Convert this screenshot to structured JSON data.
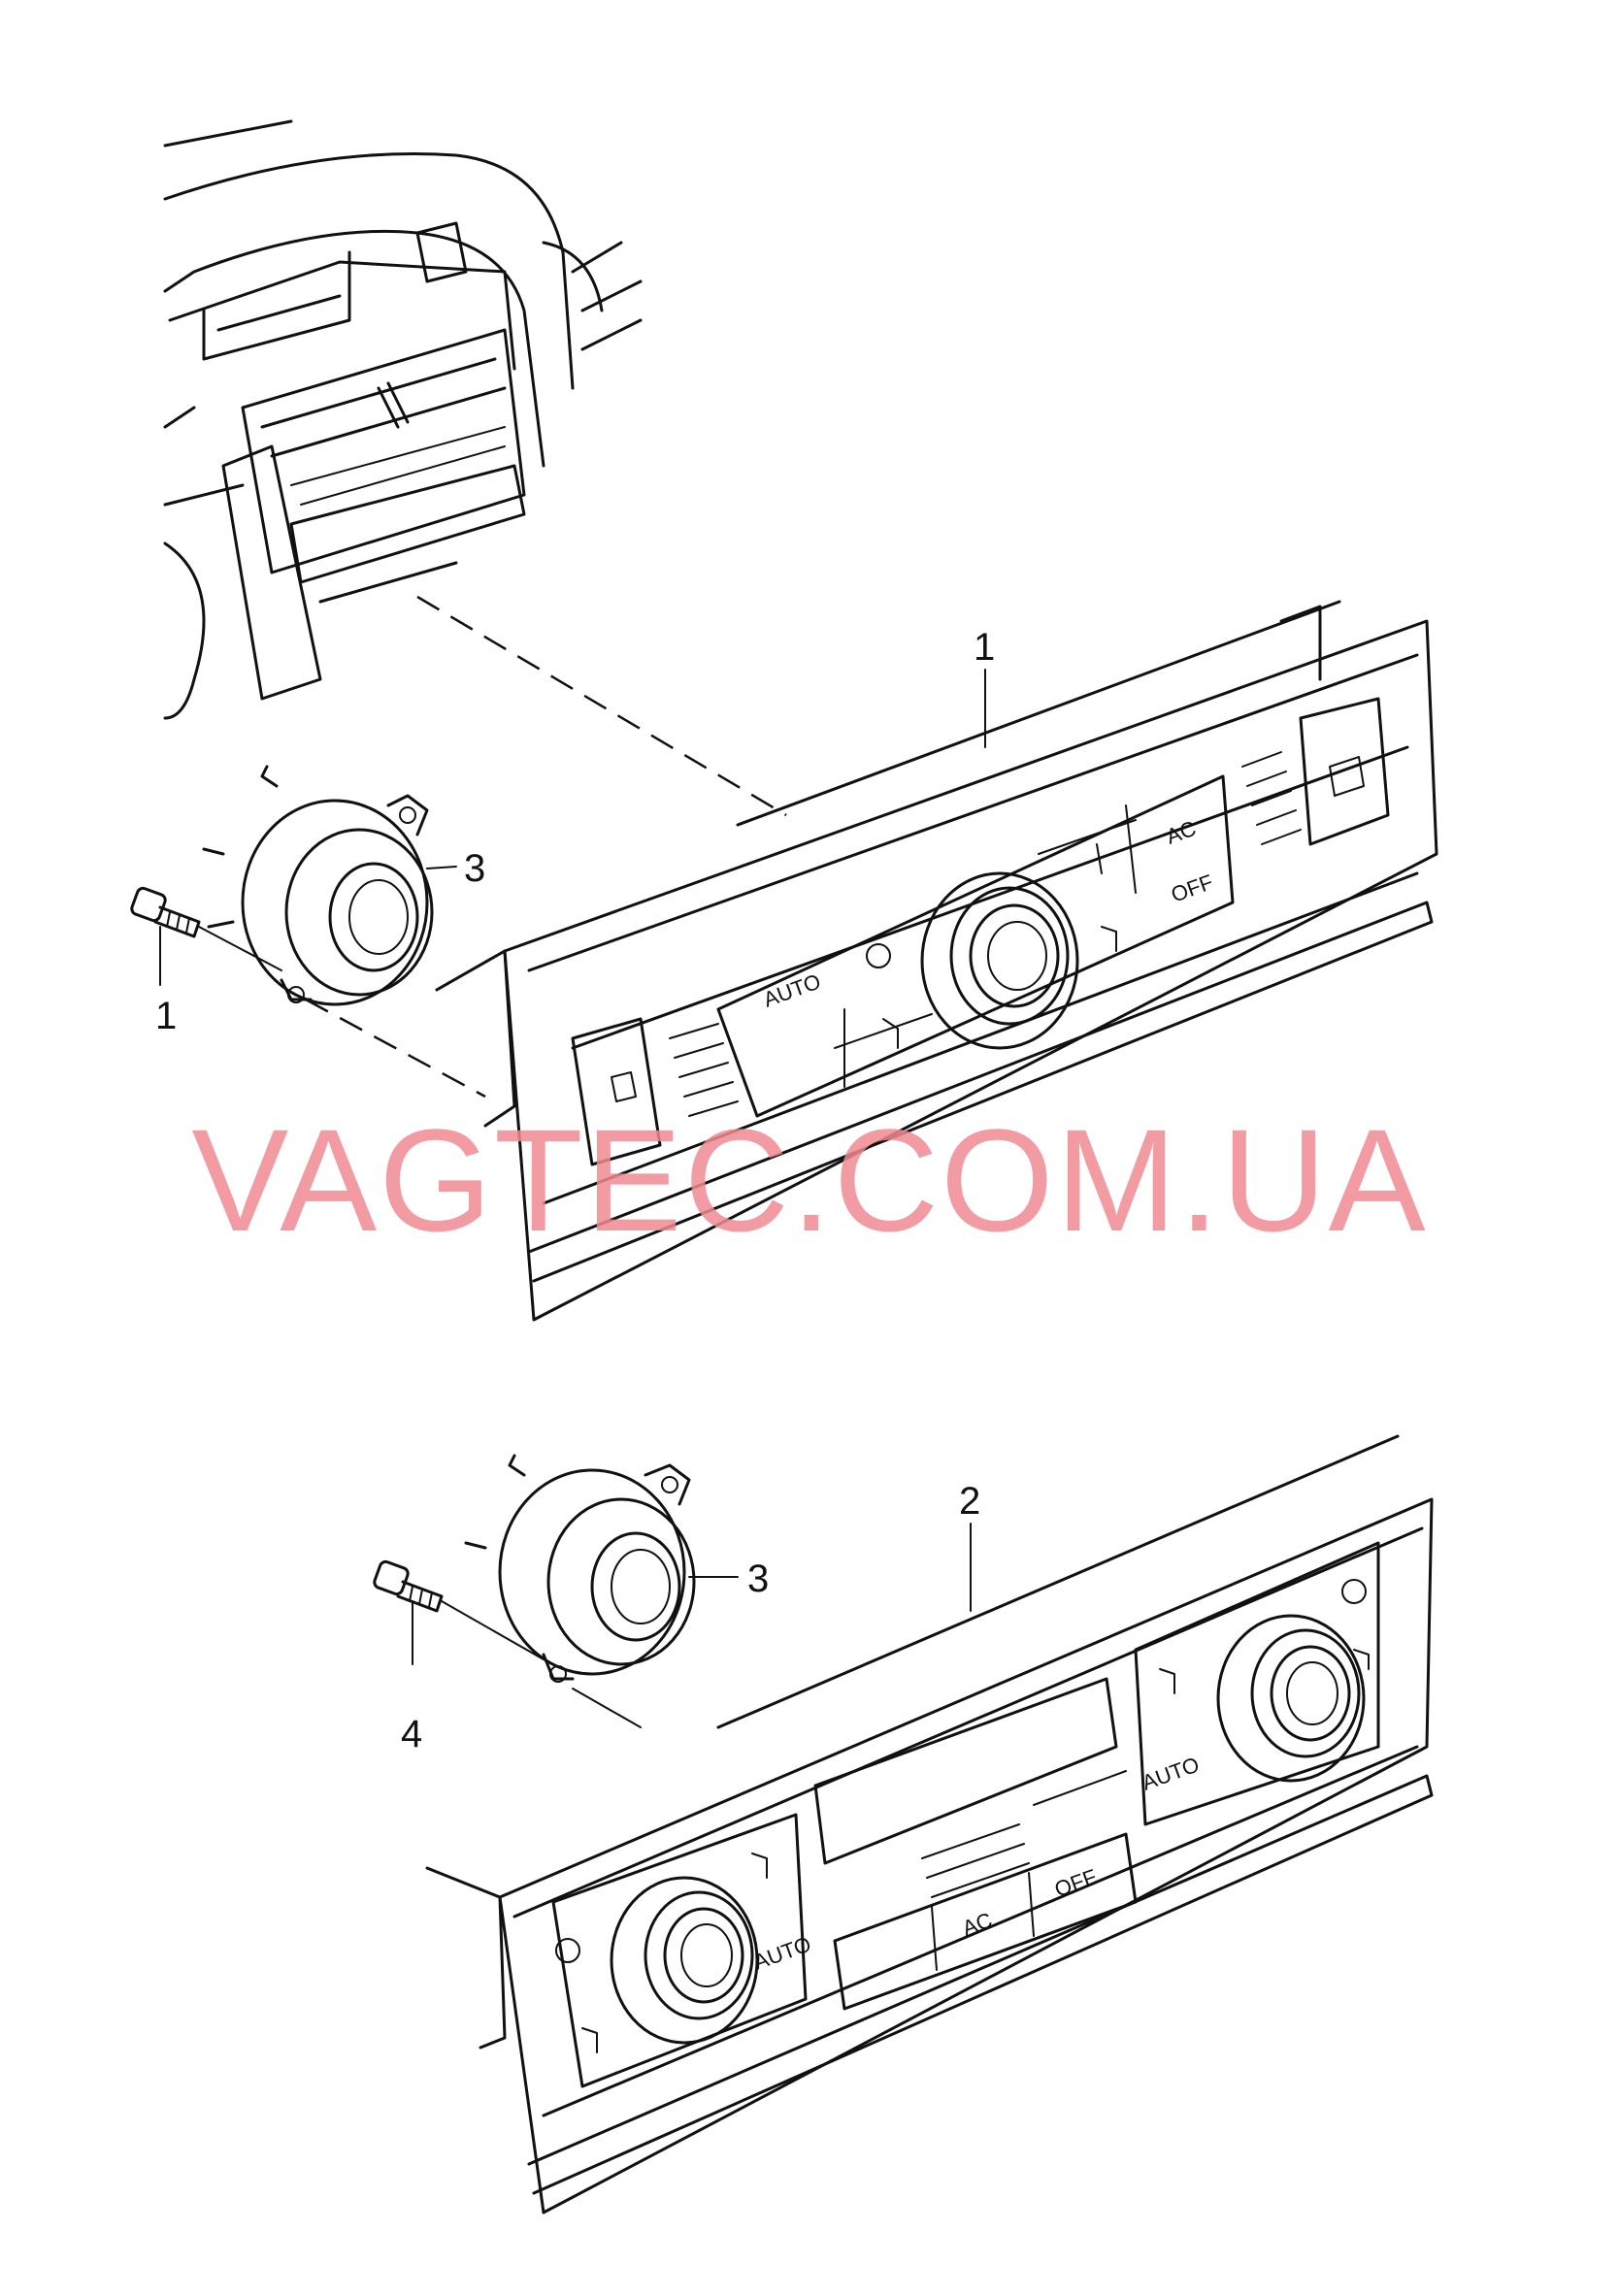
{
  "watermark": "VAGTEC.COM.UA",
  "callouts": {
    "part1": "1",
    "part2": "2",
    "part3_top": "3",
    "part3_bottom": "3",
    "part1_screw": "1",
    "part4": "4"
  },
  "panel_top": {
    "auto": "AUTO",
    "ac": "AC",
    "off": "OFF"
  },
  "panel_bottom": {
    "auto_right": "AUTO",
    "auto_left": "AUTO",
    "ac": "AC",
    "off": "OFF"
  }
}
